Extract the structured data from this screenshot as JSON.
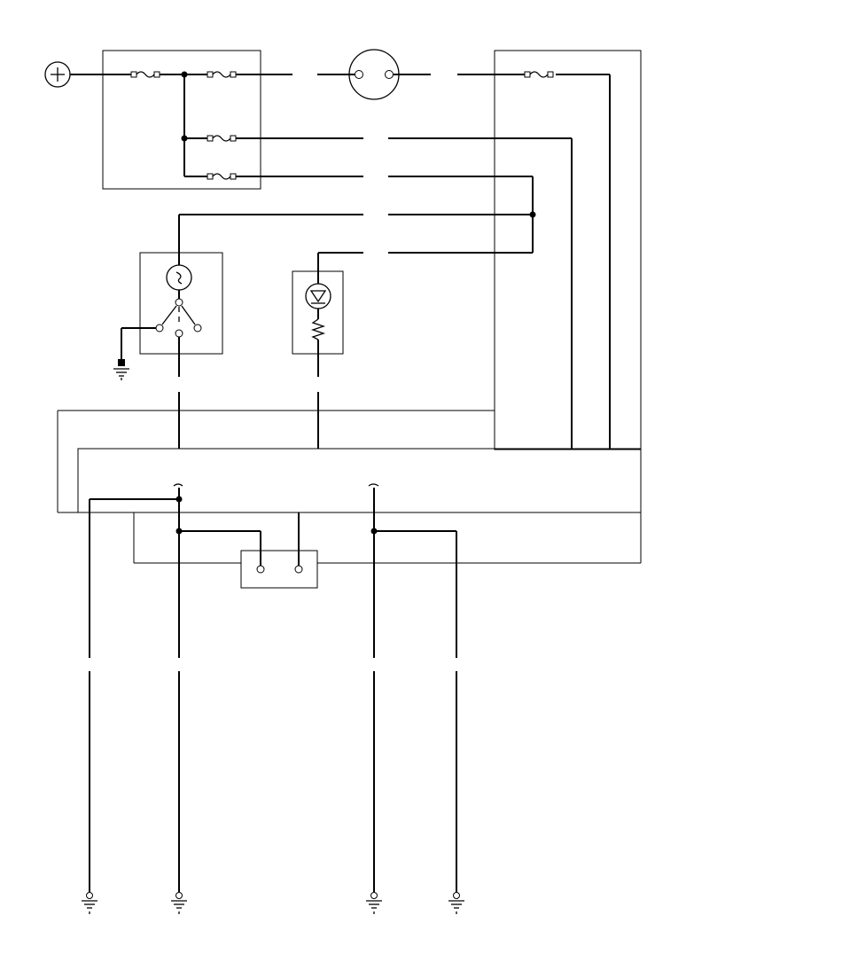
{
  "diagram": {
    "type": "wiring-schematic",
    "labels": [],
    "colors": {
      "line": "#000000",
      "background": "#ffffff"
    },
    "symbols": [
      "battery-positive",
      "fuse",
      "lamp",
      "headlight-switch",
      "led-indicator",
      "resistor",
      "connector",
      "ground"
    ]
  }
}
